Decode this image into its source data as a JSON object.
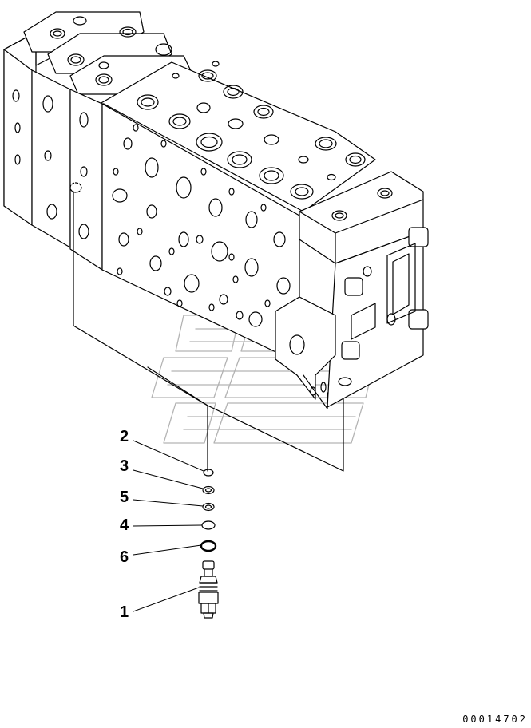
{
  "diagram": {
    "callouts": [
      {
        "id": "c2",
        "label": "2"
      },
      {
        "id": "c3",
        "label": "3"
      },
      {
        "id": "c5",
        "label": "5"
      },
      {
        "id": "c4",
        "label": "4"
      },
      {
        "id": "c6",
        "label": "6"
      },
      {
        "id": "c1",
        "label": "1"
      }
    ],
    "document_number": "00014702",
    "line_color": "#000000",
    "watermark_color": "#9a9a9a"
  }
}
